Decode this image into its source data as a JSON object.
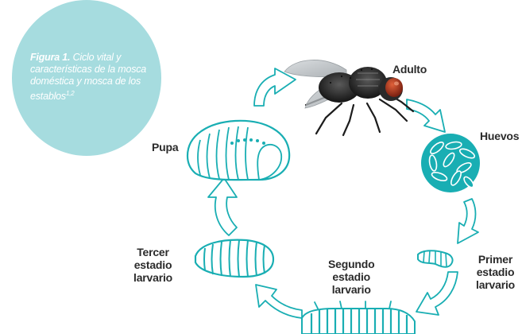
{
  "caption": {
    "figure_label": "Figura 1.",
    "text": "Ciclo vital y características de la mosca doméstica y mosca de los establos",
    "superscript": "1,2"
  },
  "stages": {
    "adult": "Adulto",
    "eggs": "Huevos",
    "first_instar": [
      "Primer",
      "estadio",
      "larvario"
    ],
    "second_instar": [
      "Segundo",
      "estadio",
      "larvario"
    ],
    "third_instar": [
      "Tercer",
      "estadio",
      "larvario"
    ],
    "pupa": "Pupa"
  },
  "colors": {
    "teal": "#19aeb3",
    "teal_light": "#a6dcdf",
    "label_text": "#2b2b2b",
    "caption_text": "#ffffff"
  },
  "icons": {
    "adult": "housefly-photo",
    "eggs": "egg-cluster-icon",
    "larva": "larva-icon",
    "pupa": "pupa-icon",
    "cycle_arrows": "curved-arrow-icon"
  }
}
